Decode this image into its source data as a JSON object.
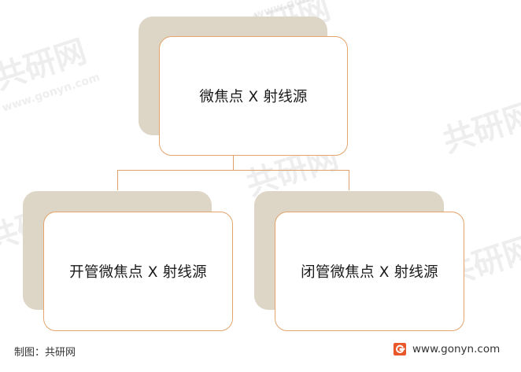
{
  "diagram": {
    "root": {
      "label": "微焦点 X 射线源"
    },
    "children": [
      {
        "label": "开管微焦点 X 射线源"
      },
      {
        "label": "闭管微焦点 X 射线源"
      }
    ]
  },
  "footer": {
    "source": "制图：共研网",
    "url": "www.gonyn.com",
    "logo_icon": "gonyn-logo-icon"
  },
  "watermark": {
    "brand": "共研网",
    "url": "www.gonyn.com"
  },
  "colors": {
    "box_border": "#e4a46c",
    "shadow": "#ddd5c5",
    "connector": "#e0a06a",
    "logo": "#e8572a"
  }
}
